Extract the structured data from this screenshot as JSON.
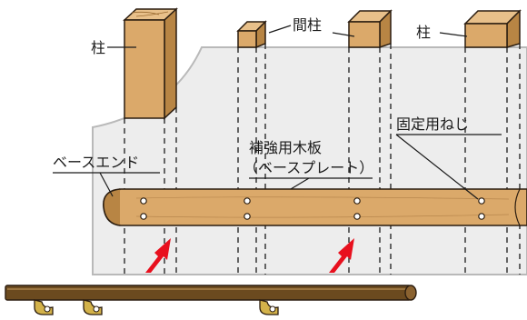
{
  "labels": {
    "pillar_left": "柱",
    "stud": "間柱",
    "pillar_right": "柱",
    "screw": "固定用ねじ",
    "board_line1": "補強用木板",
    "board_line2": "（ベースプレート）",
    "base_end": "ベースエンド"
  },
  "colors": {
    "wood": "#dba96a",
    "wood_edge": "#2b1d10",
    "wall": "#ededed",
    "wall_edge": "#b9b9b9",
    "arrow": "#e8101e",
    "rail": "#6b4a1f",
    "bracket": "#d3b24a"
  }
}
